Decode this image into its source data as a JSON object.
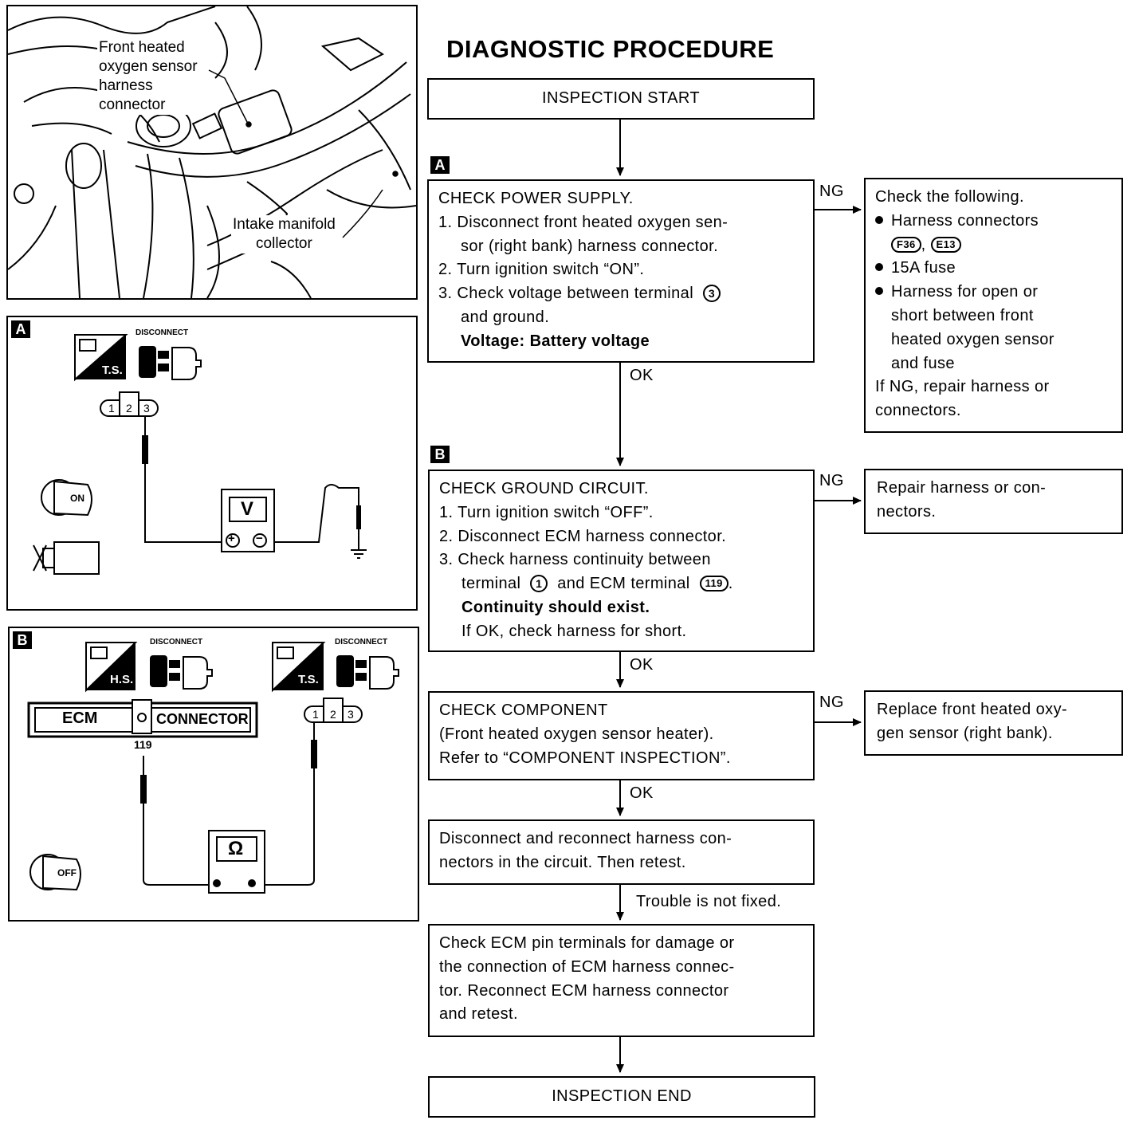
{
  "title": "DIAGNOSTIC PROCEDURE",
  "illustration": {
    "callout_sensor": [
      "Front heated",
      "oxygen sensor",
      "harness",
      "connector"
    ],
    "callout_manifold": [
      "Intake manifold",
      "collector"
    ]
  },
  "panel_a": {
    "tag": "A",
    "ts_label": "T.S.",
    "disconnect_label": "DISCONNECT",
    "pins": [
      "1",
      "2",
      "3"
    ],
    "meter_label": "V",
    "plus": "+",
    "minus": "−",
    "key_label": "ON"
  },
  "panel_b": {
    "tag": "B",
    "hs_label": "H.S.",
    "ts_label": "T.S.",
    "disconnect_label_1": "DISCONNECT",
    "disconnect_label_2": "DISCONNECT",
    "ecm_label": "ECM",
    "connector_label": "CONNECTOR",
    "ecm_pin": "119",
    "pins": [
      "1",
      "2",
      "3"
    ],
    "meter_label": "Ω",
    "key_label": "OFF"
  },
  "flow": {
    "start": "INSPECTION START",
    "step_a": {
      "tag": "A",
      "title": "CHECK POWER SUPPLY.",
      "item1_a": "1. Disconnect front heated oxygen sen-",
      "item1_b": "sor (right bank) harness connector.",
      "item2": "2. Turn ignition switch “ON”.",
      "item3_a": "3. Check voltage between terminal",
      "item3_terminal": "3",
      "item3_b": "and ground.",
      "spec": "Voltage: Battery voltage"
    },
    "ng_a": "NG",
    "ok_a": "OK",
    "result_a": {
      "title": "Check the following.",
      "b1": "Harness connectors",
      "conn1": "F36",
      "sep": ",",
      "conn2": "E13",
      "b2": "15A fuse",
      "b3_a": "Harness for open or",
      "b3_b": "short between front",
      "b3_c": "heated oxygen sensor",
      "b3_d": "and fuse",
      "footer_a": "If NG, repair harness or",
      "footer_b": "connectors."
    },
    "step_b": {
      "tag": "B",
      "title": "CHECK GROUND CIRCUIT.",
      "item1": "1. Turn ignition switch “OFF”.",
      "item2": "2. Disconnect ECM harness connector.",
      "item3_a": "3. Check harness continuity between",
      "item3_b1": "terminal",
      "item3_t1": "1",
      "item3_b2": "and ECM terminal",
      "item3_t2": "119",
      "item3_end": ".",
      "spec": "Continuity should exist.",
      "note": "If OK, check harness for short."
    },
    "ng_b": "NG",
    "ok_b": "OK",
    "result_b": {
      "line1": "Repair harness or con-",
      "line2": "nectors."
    },
    "step_c": {
      "title": "CHECK COMPONENT",
      "line2": "(Front heated oxygen sensor heater).",
      "line3": "Refer to “COMPONENT INSPECTION”."
    },
    "ng_c": "NG",
    "ok_c": "OK",
    "result_c": {
      "line1": "Replace front heated oxy-",
      "line2": "gen sensor (right bank)."
    },
    "step_d": {
      "line1": "Disconnect and reconnect harness con-",
      "line2": "nectors in the circuit. Then retest."
    },
    "not_fixed": "Trouble is not fixed.",
    "step_e": {
      "line1": "Check ECM pin terminals for damage or",
      "line2": "the connection of ECM harness connec-",
      "line3": "tor. Reconnect ECM harness connector",
      "line4": "and retest."
    },
    "end": "INSPECTION END"
  }
}
